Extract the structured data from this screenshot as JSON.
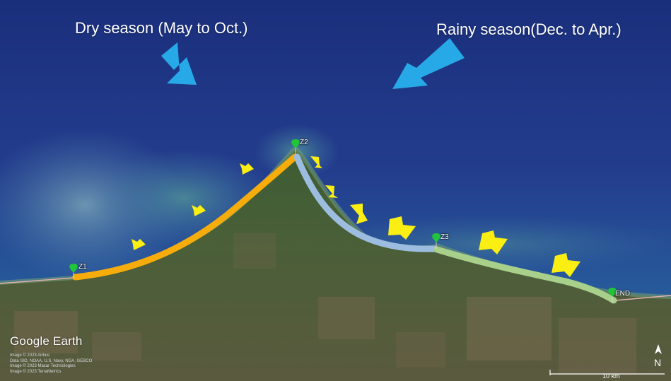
{
  "seasons": {
    "dry": "Dry season (May to Oct.)",
    "rainy": "Rainy season(Dec. to Apr.)"
  },
  "markers": {
    "z1": "Z1",
    "z2": "Z2",
    "z3": "Z3",
    "end": "END"
  },
  "branding": {
    "name": "Google Earth",
    "credits": [
      "Image © 2023 Airbus",
      "Data SIO, NOAA, U.S. Navy, NGA, GEBCO",
      "Image © 2023 Maxar Technologies",
      "Image © 2023 TerraMetrics"
    ]
  },
  "scale_bar": {
    "label": "10 km"
  },
  "compass": {
    "label": "N",
    "icon": "north-arrow-icon"
  },
  "colors": {
    "segment_z1_z2": "#f6ad0c",
    "segment_z2_z3": "#9dbde0",
    "segment_z3_end": "#a9d08a",
    "wind_arrow": "#27a9e8",
    "wave_arrow": "#fbee13",
    "marker_pin": "#21c53a"
  }
}
